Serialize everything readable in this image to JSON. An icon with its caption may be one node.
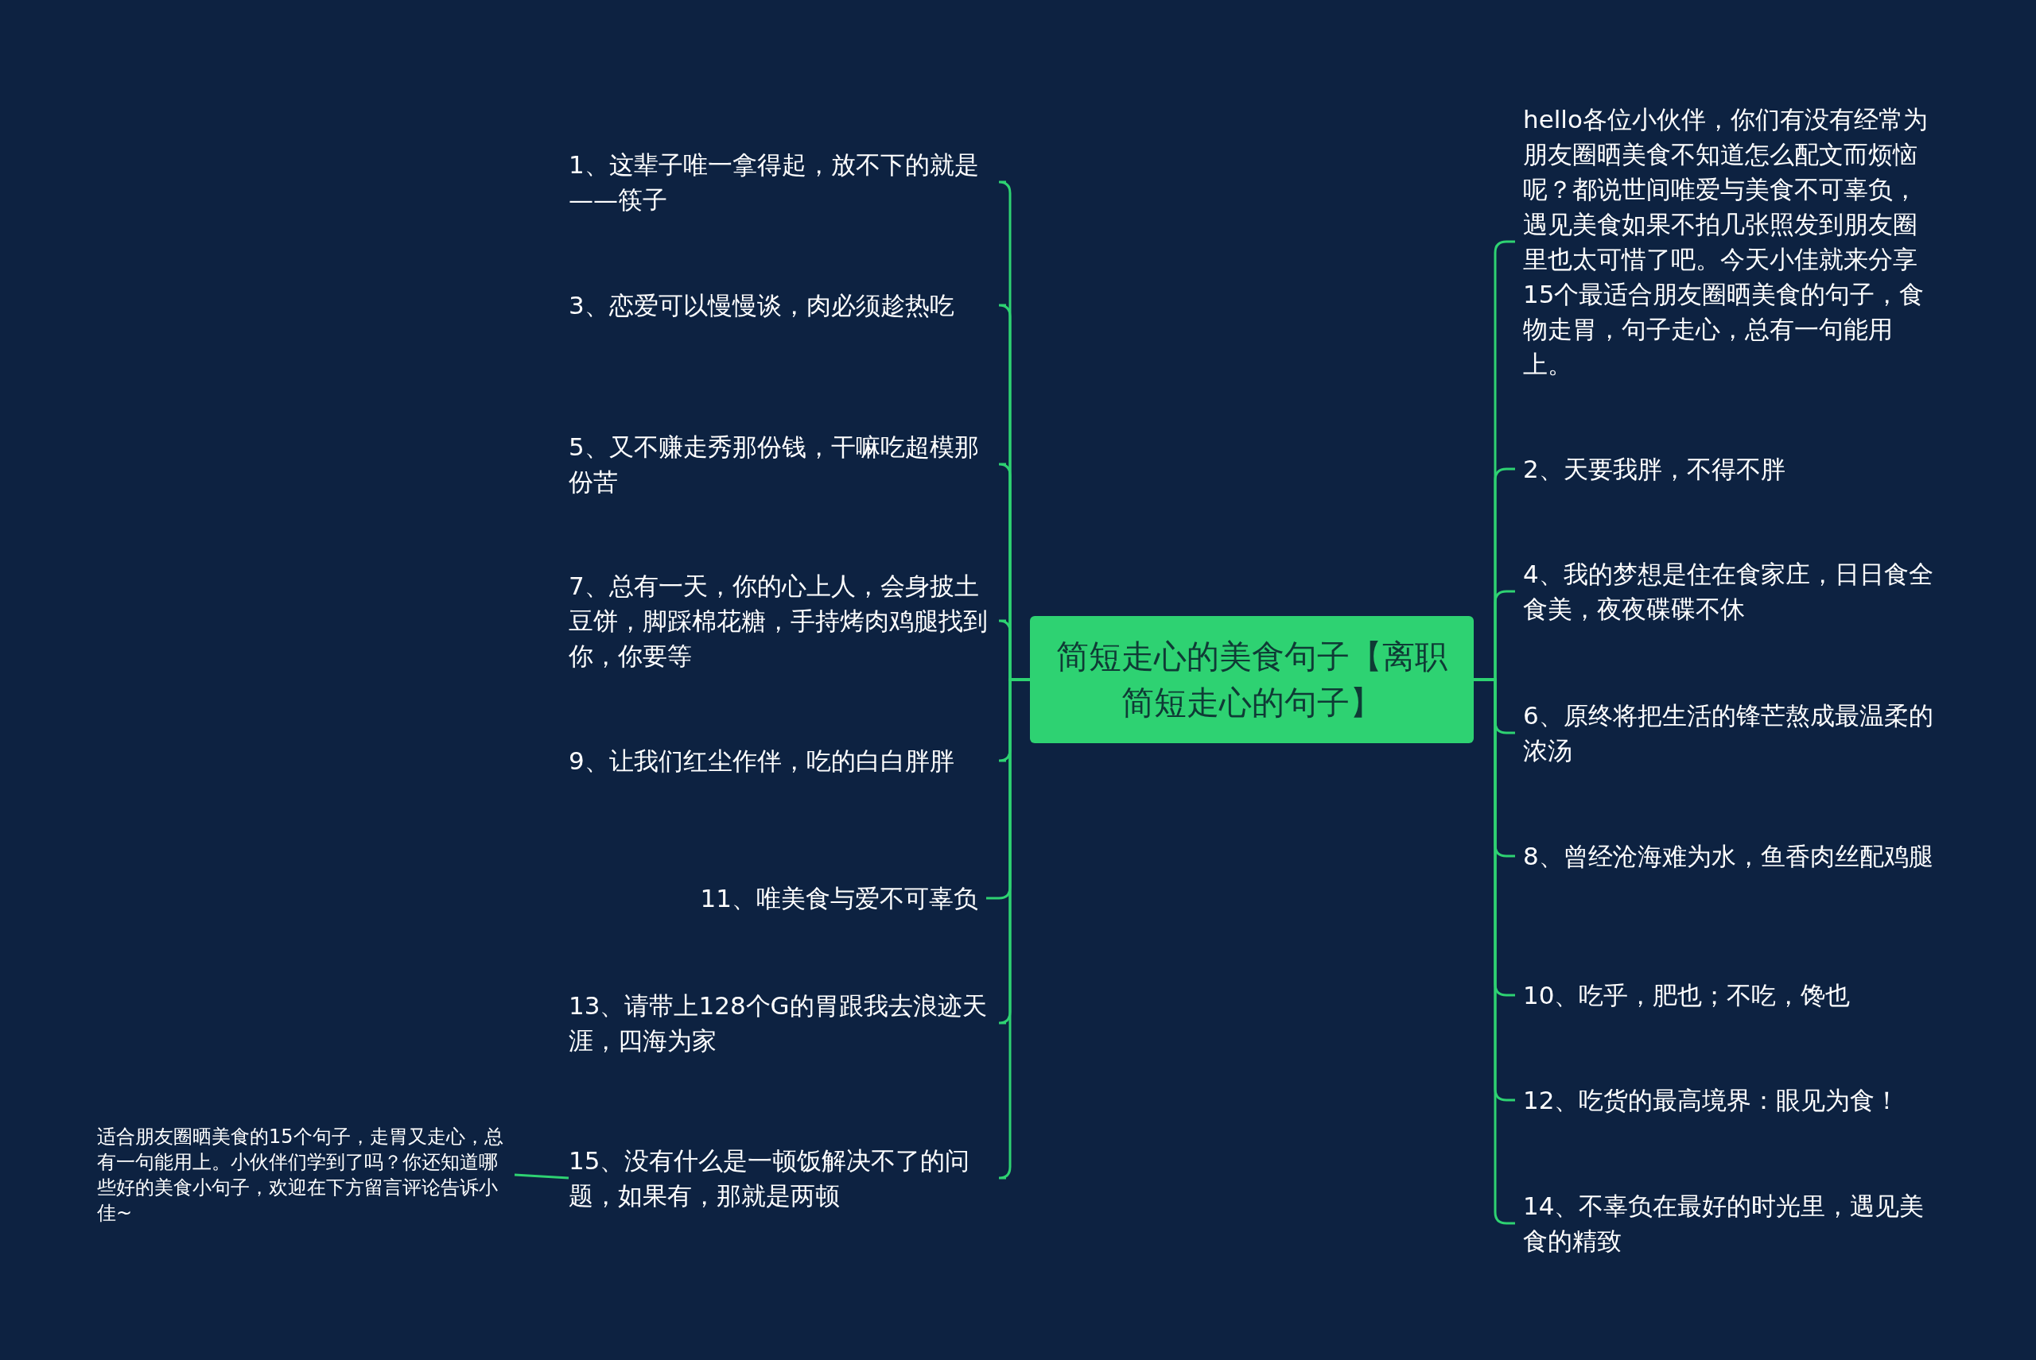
{
  "diagram": {
    "nodes": [
      {
        "text": [
          "简短走心的美食句子【离职简短走心的句子】"
        ]
      },
      {
        "text": [
          "1、这辈子唯一拿得起，放不下的就是——筷子"
        ]
      },
      {
        "text": [
          "3、恋爱可以慢慢谈，肉必须趁热吃"
        ]
      },
      {
        "text": [
          "5、又不赚走秀那份钱，干嘛吃超模那份苦"
        ]
      },
      {
        "text": [
          "7、总有一天，你的心上人，会身披土豆饼，脚踩棉花糖，手持烤肉鸡腿找到你，你要等"
        ]
      },
      {
        "text": [
          "9、让我们红尘作伴，吃的白白胖胖"
        ]
      },
      {
        "text": [
          "11、唯美食与爱不可辜负"
        ]
      },
      {
        "text": [
          "13、请带上128个G的胃跟我去浪迹天涯，四海为家"
        ]
      },
      {
        "text": [
          "15、没有什么是一顿饭解决不了的问题，如果有，那就是两顿"
        ]
      },
      {
        "text": [
          "hello各位小伙伴，你们有没有经常为朋友圈晒美食不知道怎么配文而烦恼呢？都说世间唯爱与美食不可辜负，遇见美食如果不拍几张照发到朋友圈里也太可惜了吧。今天小佳就来分享15个最适合朋友圈晒美食的句子，食物走胃，句子走心，总有一句能用上。"
        ]
      },
      {
        "text": [
          "2、天要我胖，不得不胖"
        ]
      },
      {
        "text": [
          "4、我的梦想是住在食家庄，日日食全食美，夜夜碟碟不休"
        ]
      },
      {
        "text": [
          "6、原终将把生活的锋芒熬成最温柔的浓汤"
        ]
      },
      {
        "text": [
          "8、曾经沧海难为水，鱼香肉丝配鸡腿"
        ]
      },
      {
        "text": [
          "10、吃乎，肥也；不吃，馋也"
        ]
      },
      {
        "text": [
          "12、吃货的最高境界：眼见为食！"
        ]
      },
      {
        "text": [
          "14、不辜负在最好的时光里，遇见美食的精致"
        ]
      },
      {
        "text": [
          "适合朋友圈晒美食的15个句子，走胃又走心，总有一句能用上。小伙伴们学到了吗？你还知道哪些好的美食小句子，欢迎在下方留言评论告诉小佳~"
        ]
      }
    ],
    "edges": [
      {
        "from": 0,
        "to": 1,
        "arrow": "none"
      },
      {
        "from": 0,
        "to": 2,
        "arrow": "none"
      },
      {
        "from": 0,
        "to": 3,
        "arrow": "none"
      },
      {
        "from": 0,
        "to": 4,
        "arrow": "none"
      },
      {
        "from": 0,
        "to": 5,
        "arrow": "none"
      },
      {
        "from": 0,
        "to": 6,
        "arrow": "none"
      },
      {
        "from": 0,
        "to": 7,
        "arrow": "none"
      },
      {
        "from": 0,
        "to": 8,
        "arrow": "none"
      },
      {
        "from": 0,
        "to": 9,
        "arrow": "none"
      },
      {
        "from": 0,
        "to": 10,
        "arrow": "none"
      },
      {
        "from": 0,
        "to": 11,
        "arrow": "none"
      },
      {
        "from": 0,
        "to": 12,
        "arrow": "none"
      },
      {
        "from": 0,
        "to": 13,
        "arrow": "none"
      },
      {
        "from": 0,
        "to": 14,
        "arrow": "none"
      },
      {
        "from": 0,
        "to": 15,
        "arrow": "none"
      },
      {
        "from": 0,
        "to": 16,
        "arrow": "none"
      },
      {
        "from": 8,
        "to": 17,
        "arrow": "none"
      }
    ]
  }
}
